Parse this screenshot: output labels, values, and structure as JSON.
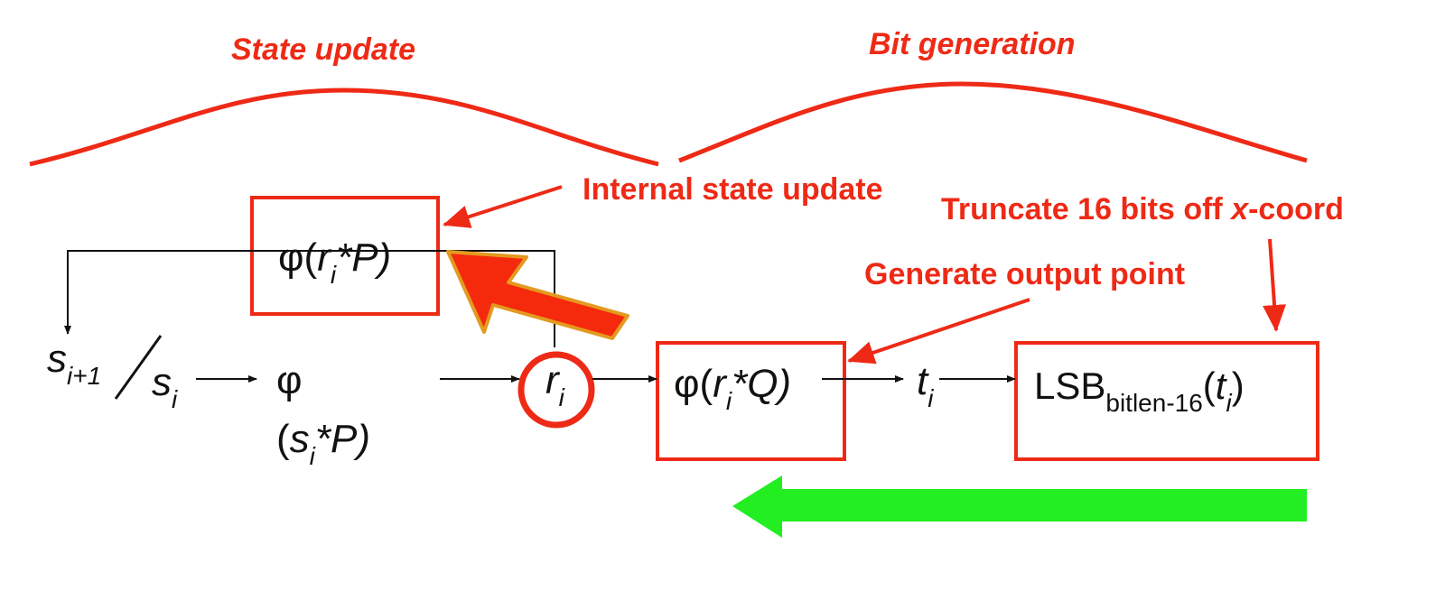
{
  "headers": {
    "state_update": "State update",
    "bit_generation": "Bit generation"
  },
  "annotations": {
    "internal_state_update": "Internal state update",
    "truncate_prefix": "Truncate 16 bits off ",
    "truncate_x": "x",
    "truncate_suffix": "-coord",
    "generate_output_point": "Generate output point"
  },
  "nodes": {
    "s_next": {
      "base": "s",
      "sub": "i+1"
    },
    "s_i": {
      "base": "s",
      "sub": "i"
    },
    "phi_sp": {
      "fn": "φ",
      "arg_open": "(",
      "base": "s",
      "sub": "i",
      "rest": "*P)"
    },
    "phi_rp": {
      "fn": "φ(",
      "base": "r",
      "sub": "i",
      "rest": "*P)"
    },
    "r_i": {
      "base": "r",
      "sub": "i"
    },
    "phi_rq": {
      "fn": "φ(",
      "base": "r",
      "sub": "i",
      "rest": "*Q)"
    },
    "t_i": {
      "base": "t",
      "sub": "i"
    },
    "lsb": {
      "fn": "LSB",
      "sub": "bitlen-16",
      "open": "(",
      "base": "t",
      "argsub": "i",
      "close": ")"
    }
  },
  "colors": {
    "accent_red": "#ee2a16",
    "highlight_arrow_red": "#f52a0c",
    "highlight_arrow_outline": "#e39a1f",
    "green_arrow": "#22ee22",
    "line": "#111111"
  },
  "icons": {
    "red_block_arrow": "arrow-up-left-icon",
    "green_block_arrow": "arrow-left-icon"
  }
}
